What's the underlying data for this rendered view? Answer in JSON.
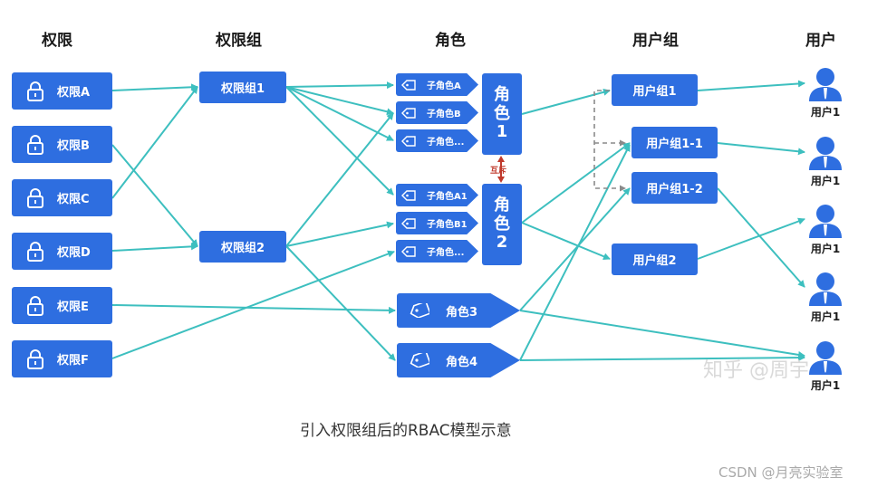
{
  "headers": {
    "permissions": "权限",
    "groups": "权限组",
    "roles": "角色",
    "user_groups": "用户组",
    "users": "用户"
  },
  "permissions": [
    "权限A",
    "权限B",
    "权限C",
    "权限D",
    "权限E",
    "权限F"
  ],
  "permission_groups": [
    "权限组1",
    "权限组2"
  ],
  "sub_roles_1": [
    "子角色A",
    "子角色B",
    "子角色..."
  ],
  "sub_roles_2": [
    "子角色A1",
    "子角色B1",
    "子角色..."
  ],
  "role1": {
    "line1": "角",
    "line2": "色",
    "line3": "1"
  },
  "role2": {
    "line1": "角",
    "line2": "色",
    "line3": "2"
  },
  "mutex_label": "互斥",
  "role3": "角色3",
  "role4": "角色4",
  "user_groups": [
    "用户组1",
    "用户组1-1",
    "用户组1-2",
    "用户组2"
  ],
  "users": [
    "用户1",
    "用户1",
    "用户1",
    "用户1",
    "用户1"
  ],
  "caption": "引入权限组后的RBAC模型示意",
  "watermark_zhihu": "知乎 @周宇",
  "watermark_csdn": "CSDN @月亮实验室",
  "colors": {
    "box": "#2e6ee0",
    "line": "#3dbfbf",
    "dashed": "#8a8a8a",
    "mutex": "#c0392b"
  }
}
